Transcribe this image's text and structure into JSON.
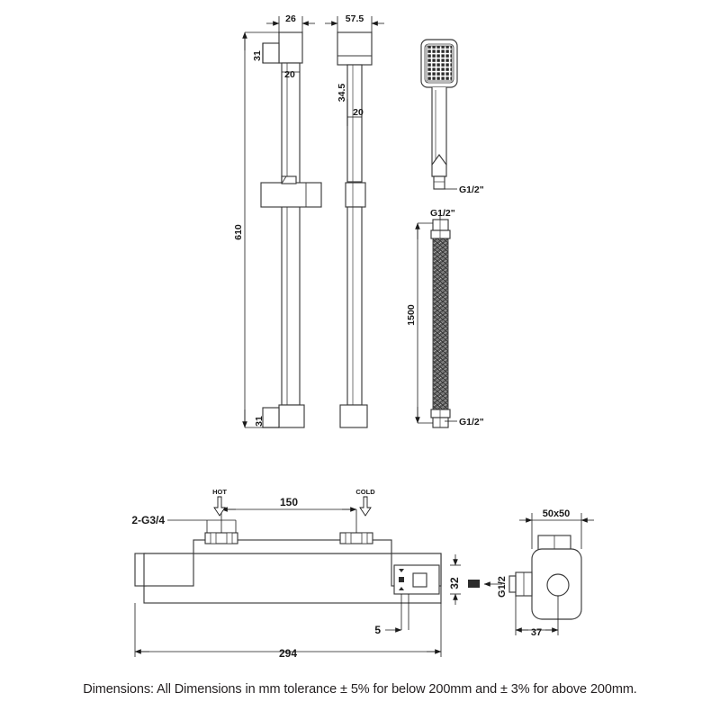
{
  "document": {
    "type": "technical-dimension-drawing",
    "subject": "Thermostatic bar shower valve with slide rail kit",
    "units": "mm",
    "caption": "Dimensions: All Dimensions in mm tolerance ± 5% for below 200mm and ± 3% for above 200mm."
  },
  "views": {
    "rail_assembly": {
      "name": "Slide rail with bracket",
      "dimensions": {
        "bracket_top_width": "26",
        "bracket_top_height": "31",
        "rail_width": "20",
        "rail_length": "610",
        "bracket_bottom_height": "31"
      }
    },
    "rail_plain": {
      "name": "Slide rail side profile",
      "dimensions": {
        "bracket_top_width": "57.5",
        "bracket_offset": "34.5",
        "rail_width": "20"
      }
    },
    "handset": {
      "name": "Shower handset",
      "dimensions": {
        "inlet_thread": "G1/2\""
      }
    },
    "hose": {
      "name": "Flexible shower hose",
      "dimensions": {
        "top_thread": "G1/2\"",
        "length": "1500",
        "bottom_thread": "G1/2\""
      }
    },
    "valve_front": {
      "name": "Thermostatic valve front elevation",
      "labels": {
        "inlet_thread": "2-G3/4",
        "hot_inlet": "HOT",
        "cold_inlet": "COLD"
      },
      "dimensions": {
        "inlet_centres": "150",
        "outlet_height": "32",
        "outlet_offset": "5",
        "overall_width": "294"
      }
    },
    "valve_side": {
      "name": "Thermostatic valve side elevation",
      "labels": {
        "outlet_thread": "G1/2"
      },
      "dimensions": {
        "body_size": "50x50",
        "projection": "37"
      }
    }
  },
  "style": {
    "line_color": "#3a3a3a",
    "dim_color": "#1a1a1a",
    "fill_color": "#ffffff",
    "hose_color": "#4a4a4a",
    "nozzle_color": "#2b2b2b"
  }
}
